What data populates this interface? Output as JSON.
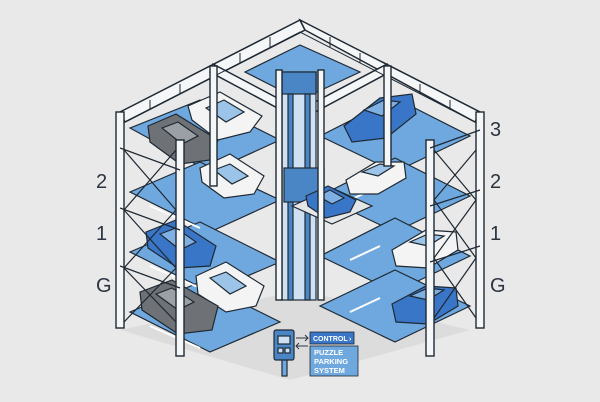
{
  "levels_left": [
    "2",
    "1",
    "G"
  ],
  "levels_right": [
    "3",
    "2",
    "1",
    "G"
  ],
  "control_label": "CONTROL",
  "title_lines": [
    "PUZZLE",
    "PARKING",
    "SYSTEM"
  ],
  "colors": {
    "background": "#e9e9e9",
    "platform": "#6ea8de",
    "platform_dark": "#4a86c6",
    "frame": "#f4f6f8",
    "outline": "#1f2933",
    "car_blue": "#3a76c8",
    "car_white": "#f4f4f4",
    "car_gray": "#6e7176"
  }
}
